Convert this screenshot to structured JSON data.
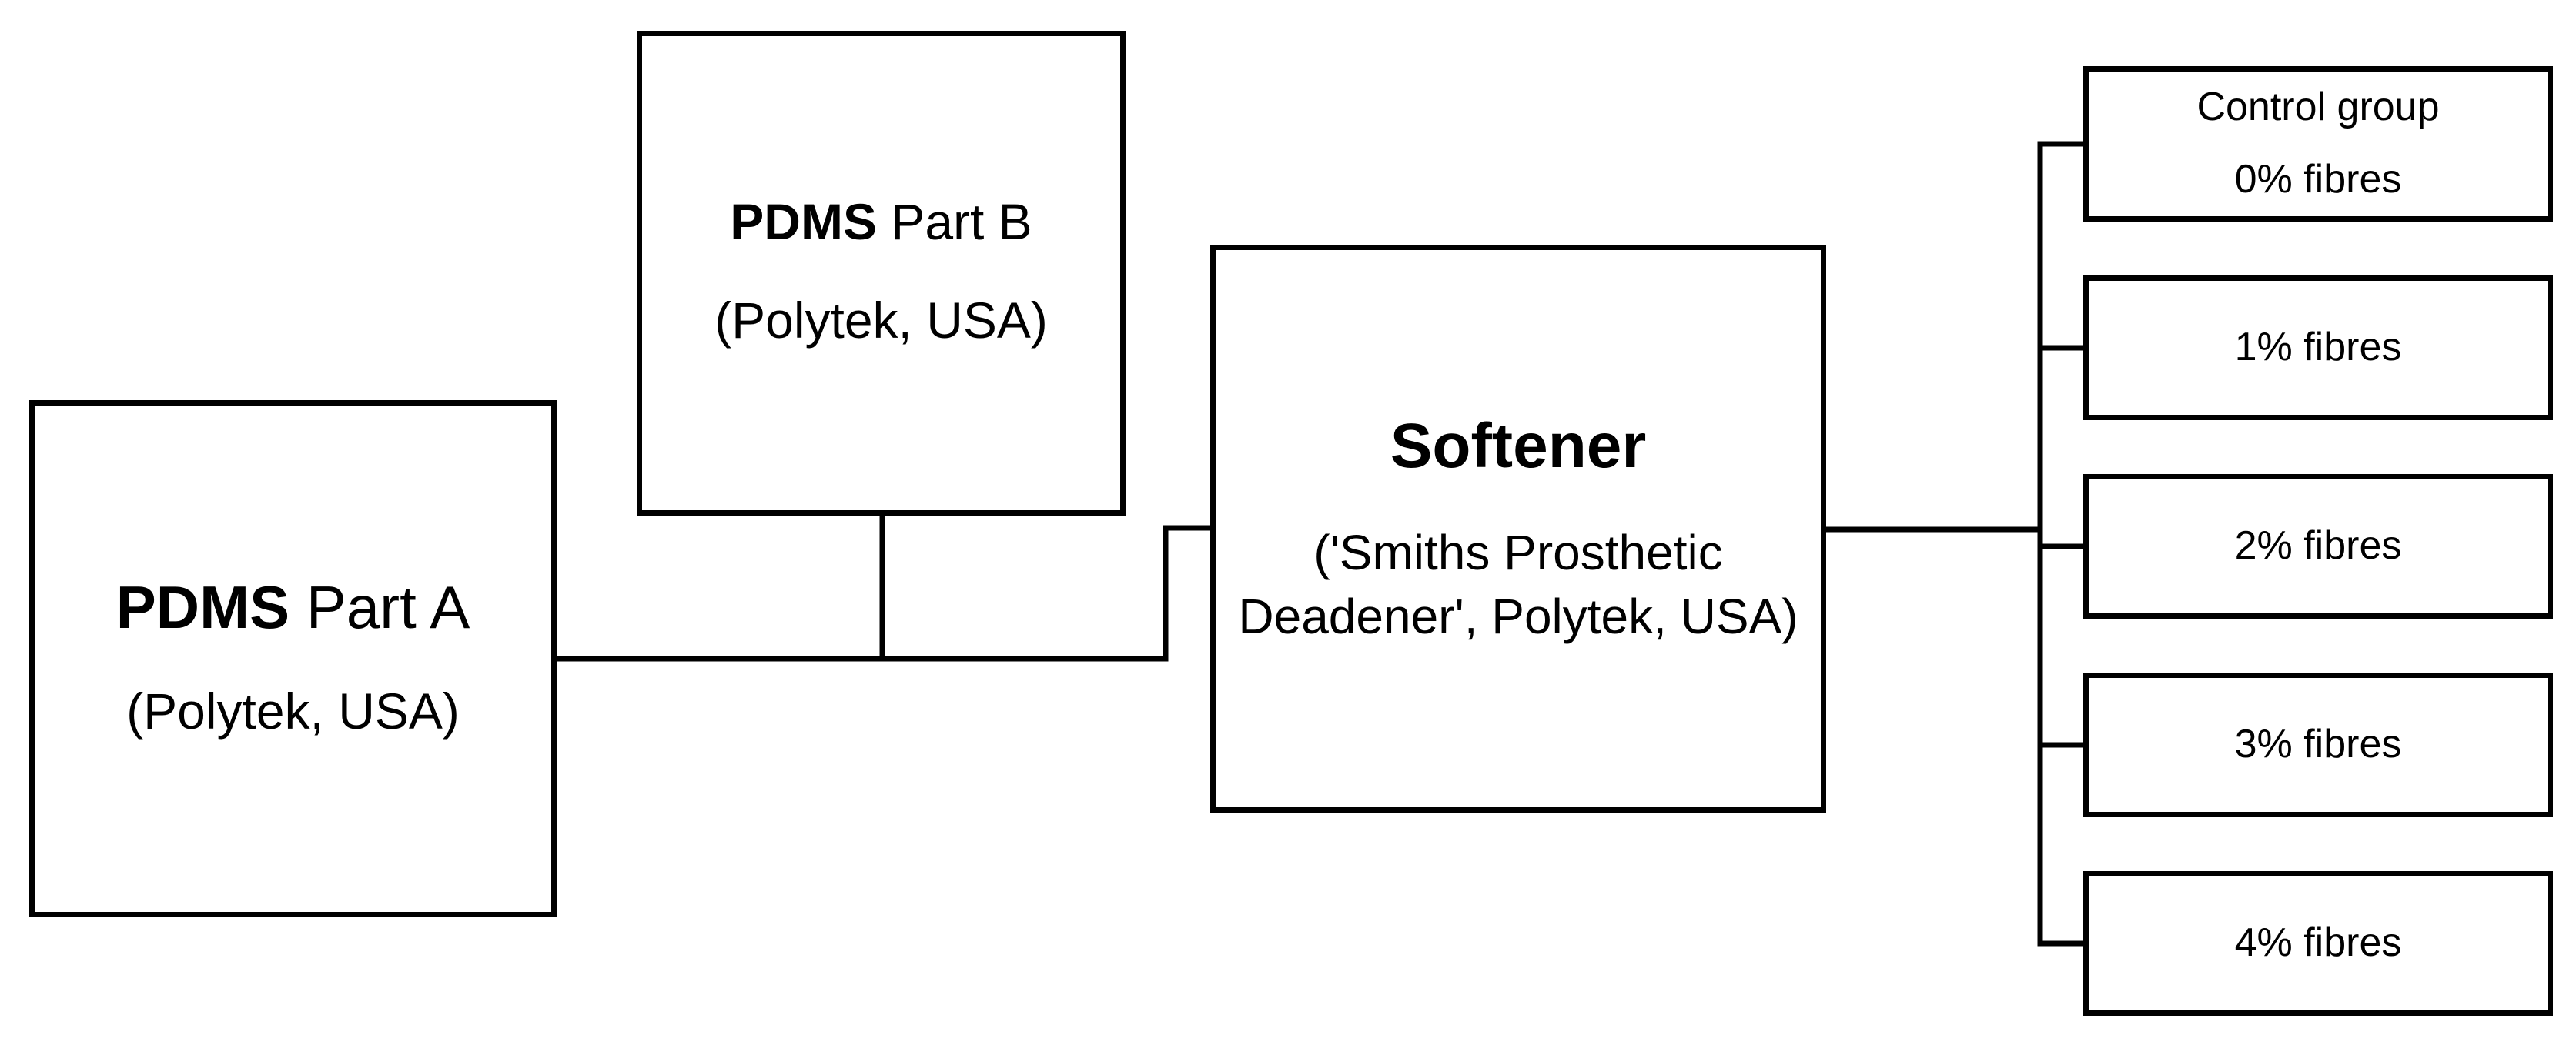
{
  "part_a": {
    "name_bold": "PDMS",
    "name_rest": " Part A",
    "origin": "(Polytek, USA)"
  },
  "part_b": {
    "name_bold": "PDMS",
    "name_rest": " Part B",
    "origin": "(Polytek, USA)"
  },
  "softener": {
    "title": "Softener",
    "description": "('Smiths Prosthetic Deadener', Polytek, USA)"
  },
  "groups": [
    {
      "line1": "Control group",
      "line2": "0% fibres"
    },
    {
      "line1": "1% fibres"
    },
    {
      "line1": "2% fibres"
    },
    {
      "line1": "3% fibres"
    },
    {
      "line1": "4% fibres"
    }
  ],
  "colors": {
    "line": "#000000",
    "box_border": "#000000",
    "background": "#ffffff"
  }
}
